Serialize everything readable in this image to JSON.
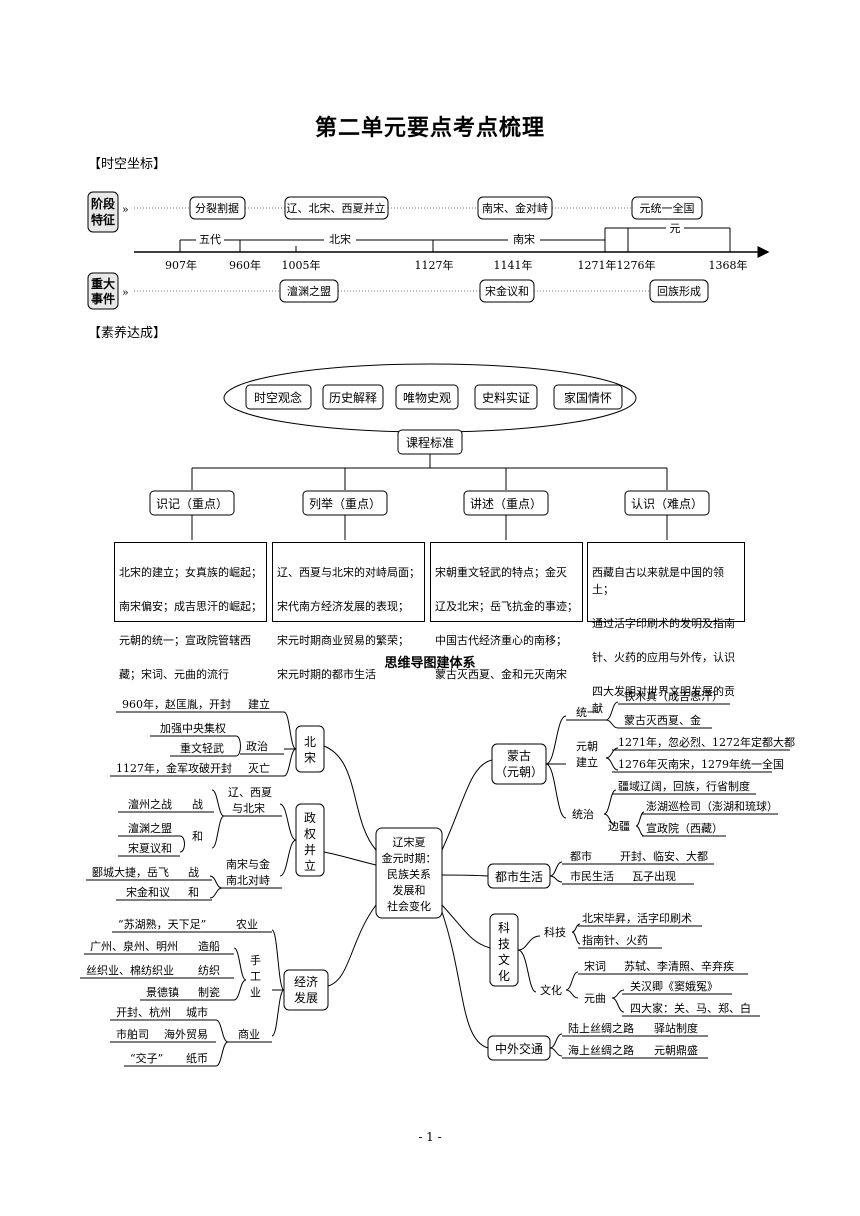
{
  "header": {
    "title": "第二单元要点考点梳理",
    "timeline_label": "【时空坐标】",
    "literacy_label": "【素养达成】",
    "mindmap_title": "思维导图建体系",
    "page_number": "- 1 -"
  },
  "timeline": {
    "stage_label": [
      "阶段",
      "特征"
    ],
    "event_label": [
      "重大",
      "事件"
    ],
    "stages": [
      "分裂割据",
      "辽、北宋、西夏并立",
      "南宋、金对峙",
      "元统一全国"
    ],
    "periods": [
      "五代",
      "北宋",
      "南宋",
      "元"
    ],
    "years": [
      "907年",
      "960年",
      "1005年",
      "1127年",
      "1141年",
      "1271年",
      "1276年",
      "1368年"
    ],
    "events": [
      "澶渊之盟",
      "宋金议和",
      "回族形成"
    ]
  },
  "literacy": {
    "top_items": [
      "时空观念",
      "历史解释",
      "唯物史观",
      "史料实证",
      "家国情怀"
    ],
    "center": "课程标准",
    "levels": [
      "识记（重点）",
      "列举（重点）",
      "讲述（重点）",
      "认识（难点）"
    ],
    "contents": [
      [
        "北宋的建立；女真族的崛起；",
        "南宋偏安；成吉思汗的崛起；",
        "元朝的统一；宣政院管辖西",
        "藏；宋词、元曲的流行"
      ],
      [
        "辽、西夏与北宋的对峙局面；",
        "宋代南方经济发展的表现；",
        "宋元时期商业贸易的繁荣；",
        "宋元时期的都市生活"
      ],
      [
        "宋朝重文轻武的特点；金灭",
        "辽及北宋；岳飞抗金的事迹；",
        "中国古代经济重心的南移；",
        "蒙古灭西夏、金和元灭南宋"
      ],
      [
        "西藏自古以来就是中国的领土；",
        "通过活字印刷术的发明及指南",
        "针、火药的应用与外传，认识",
        "四大发明对世界文明发展的贡献"
      ]
    ]
  },
  "mindmap": {
    "center": [
      "辽宋夏",
      "金元时期：",
      "民族关系",
      "发展和",
      "社会变化"
    ],
    "left": {
      "beisong": {
        "label": [
          "北",
          "宋"
        ],
        "items": [
          {
            "text": "960年，赵匡胤，开封",
            "tag": "建立"
          },
          {
            "text": "加强中央集权",
            "tag": ""
          },
          {
            "text": "重文轻武",
            "tag": "政治"
          },
          {
            "text": "1127年，金军攻破开封",
            "tag": "灭亡"
          }
        ]
      },
      "zhengquan": {
        "label": [
          "政",
          "权",
          "并",
          "立"
        ],
        "group1": "辽、西夏与北宋",
        "group1_lines": [
          "辽、西夏",
          "与北宋"
        ],
        "group2_lines": [
          "南宋与金",
          "南北对峙"
        ],
        "items": [
          {
            "text": "澶州之战",
            "tag": "战"
          },
          {
            "text": "澶渊之盟",
            "tag": "和"
          },
          {
            "text": "宋夏议和",
            "tag": ""
          },
          {
            "text": "郾城大捷，岳飞",
            "tag": "战"
          },
          {
            "text": "宋金和议",
            "tag": "和"
          }
        ]
      },
      "jingji": {
        "label": [
          "经济",
          "发展"
        ],
        "shougongye": [
          "手",
          "工",
          "业"
        ],
        "shangye": "商业",
        "items": [
          {
            "text": "“苏湖熟，天下足”",
            "tag": "农业"
          },
          {
            "text": "广州、泉州、明州",
            "tag": "造船"
          },
          {
            "text": "丝织业、棉纺织业",
            "tag": "纺织"
          },
          {
            "text": "景德镇",
            "tag": "制瓷"
          },
          {
            "text": "开封、杭州",
            "tag": "城市"
          },
          {
            "text": "市舶司",
            "tag": "海外贸易"
          },
          {
            "text": "“交子”",
            "tag": "纸币"
          }
        ]
      }
    },
    "right": {
      "menggu": {
        "label": [
          "蒙古",
          "（元朝）"
        ],
        "tongyi": "统一",
        "jianli": [
          "元朝",
          "建立"
        ],
        "tongzhi": "统治",
        "bianjiang": "边疆",
        "items": [
          "铁木真（成吉思汗）",
          "蒙古灭西夏、金",
          "1271年，忽必烈、1272年定都大都",
          "1276年灭南宋，1279年统一全国",
          "疆域辽阔，回族，行省制度",
          "澎湖巡检司（澎湖和琉球）",
          "宣政院（西藏）"
        ]
      },
      "dushi": {
        "label": "都市生活",
        "items": [
          {
            "tag": "都市",
            "text": "开封、临安、大都"
          },
          {
            "tag": "市民生活",
            "text": "瓦子出现"
          }
        ]
      },
      "keji": {
        "label": [
          "科",
          "技",
          "文",
          "化"
        ],
        "keji_tag": "科技",
        "wenhua_tag": "文化",
        "songci": "宋词",
        "yuanqu": "元曲",
        "items": [
          "北宋毕昇，活字印刷术",
          "指南针、火药",
          "苏轼、李清照、辛弃疾",
          "关汉卿《窦娥冤》",
          "四大家：关、马、郑、白"
        ]
      },
      "zhongwai": {
        "label": "中外交通",
        "items": [
          {
            "tag": "陆上丝绸之路",
            "text": "驿站制度"
          },
          {
            "tag": "海上丝绸之路",
            "text": "元朝鼎盛"
          }
        ]
      }
    }
  }
}
